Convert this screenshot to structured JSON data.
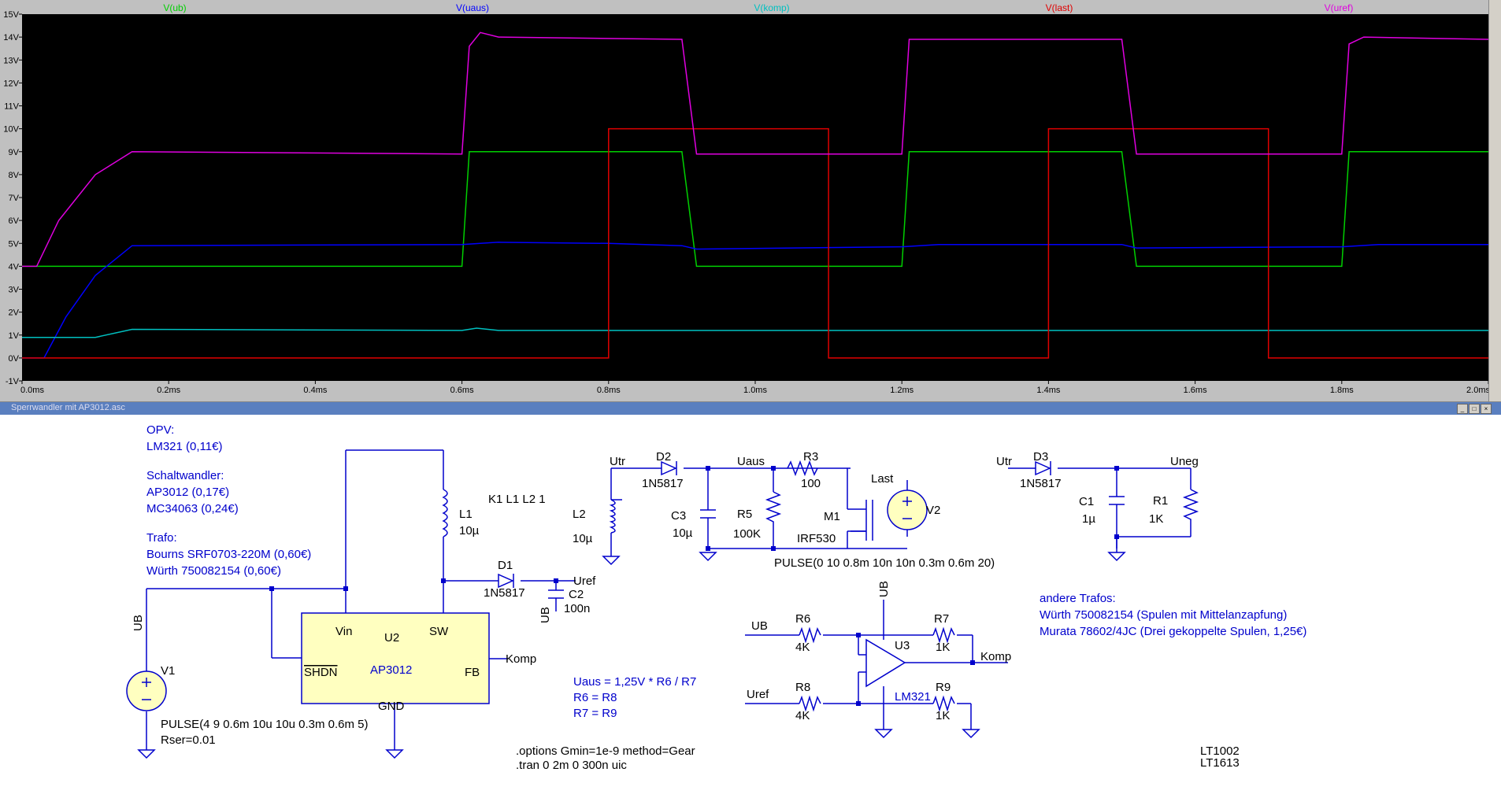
{
  "plot": {
    "traces": [
      {
        "name": "V(ub)",
        "color": "#00d000"
      },
      {
        "name": "V(uaus)",
        "color": "#0000ff"
      },
      {
        "name": "V(komp)",
        "color": "#00c0c0"
      },
      {
        "name": "V(last)",
        "color": "#e00000"
      },
      {
        "name": "V(uref)",
        "color": "#e000e0"
      }
    ],
    "y_ticks": [
      "15V",
      "14V",
      "13V",
      "12V",
      "11V",
      "10V",
      "9V",
      "8V",
      "7V",
      "6V",
      "5V",
      "4V",
      "3V",
      "2V",
      "1V",
      "0V",
      "-1V"
    ],
    "x_ticks": [
      "0.0ms",
      "0.2ms",
      "0.4ms",
      "0.6ms",
      "0.8ms",
      "1.0ms",
      "1.2ms",
      "1.4ms",
      "1.6ms",
      "1.8ms",
      "2.0ms"
    ]
  },
  "chart_data": {
    "type": "line",
    "x_unit": "ms",
    "y_unit": "V",
    "xlim": [
      0,
      2.0
    ],
    "ylim": [
      -1,
      15
    ],
    "grid": false,
    "series": [
      {
        "name": "V(ub)",
        "color": "#00d000",
        "points": [
          [
            0,
            4
          ],
          [
            0.6,
            4
          ],
          [
            0.61,
            9
          ],
          [
            0.9,
            9
          ],
          [
            0.92,
            4
          ],
          [
            1.2,
            4
          ],
          [
            1.21,
            9
          ],
          [
            1.5,
            9
          ],
          [
            1.52,
            4
          ],
          [
            1.8,
            4
          ],
          [
            1.81,
            9
          ],
          [
            2.0,
            9
          ]
        ]
      },
      {
        "name": "V(uaus)",
        "color": "#0000ff",
        "points": [
          [
            0,
            0
          ],
          [
            0.03,
            0
          ],
          [
            0.06,
            1.8
          ],
          [
            0.1,
            3.6
          ],
          [
            0.15,
            4.9
          ],
          [
            0.6,
            4.95
          ],
          [
            0.65,
            5.05
          ],
          [
            0.8,
            5.0
          ],
          [
            0.9,
            4.9
          ],
          [
            0.92,
            4.75
          ],
          [
            1.2,
            4.85
          ],
          [
            1.25,
            4.95
          ],
          [
            1.5,
            4.95
          ],
          [
            1.52,
            4.8
          ],
          [
            1.8,
            4.85
          ],
          [
            1.85,
            4.95
          ],
          [
            2.0,
            4.95
          ]
        ]
      },
      {
        "name": "V(komp)",
        "color": "#00c0c0",
        "points": [
          [
            0,
            0.9
          ],
          [
            0.1,
            0.9
          ],
          [
            0.15,
            1.25
          ],
          [
            0.6,
            1.2
          ],
          [
            0.62,
            1.3
          ],
          [
            0.65,
            1.2
          ],
          [
            2.0,
            1.2
          ]
        ]
      },
      {
        "name": "V(last)",
        "color": "#e00000",
        "points": [
          [
            0,
            0
          ],
          [
            0.8,
            0
          ],
          [
            0.8,
            10
          ],
          [
            1.1,
            10
          ],
          [
            1.1,
            0
          ],
          [
            1.4,
            0
          ],
          [
            1.4,
            10
          ],
          [
            1.7,
            10
          ],
          [
            1.7,
            0
          ],
          [
            2.0,
            0
          ]
        ]
      },
      {
        "name": "V(uref)",
        "color": "#e000e0",
        "points": [
          [
            0,
            4.0
          ],
          [
            0.02,
            4.0
          ],
          [
            0.05,
            6.0
          ],
          [
            0.1,
            8.0
          ],
          [
            0.15,
            9.0
          ],
          [
            0.6,
            8.9
          ],
          [
            0.61,
            13.6
          ],
          [
            0.625,
            14.2
          ],
          [
            0.65,
            14.0
          ],
          [
            0.9,
            13.9
          ],
          [
            0.92,
            8.9
          ],
          [
            1.2,
            8.9
          ],
          [
            1.21,
            13.9
          ],
          [
            1.5,
            13.9
          ],
          [
            1.52,
            8.9
          ],
          [
            1.8,
            8.9
          ],
          [
            1.81,
            13.7
          ],
          [
            1.83,
            14.0
          ],
          [
            2.0,
            13.9
          ]
        ]
      }
    ]
  },
  "window": {
    "title": "Sperrwandler mit AP3012.asc",
    "min_label": "_",
    "max_label": "□",
    "close_label": "×"
  },
  "schematic": {
    "notes": {
      "opv_title": "OPV:",
      "opv_part": "LM321 (0,11€)",
      "sw_title": "Schaltwandler:",
      "sw_part1": "AP3012 (0,17€)",
      "sw_part2": "MC34063 (0,24€)",
      "trafo_title": "Trafo:",
      "trafo_part1": "Bourns SRF0703-220M (0,60€)",
      "trafo_part2": "Würth 750082154 (0,60€)",
      "other_title": "andere Trafos:",
      "other_1": "Würth 750082154 (Spulen mit Mittelanzapfung)",
      "other_2": "Murata 78602/4JC (Drei gekoppelte Spulen, 1,25€)",
      "formula": "Uaus = 1,25V * R6 / R7",
      "eq1": "R6 = R8",
      "eq2": "R7 = R9",
      "options": ".options Gmin=1e-9 method=Gear",
      "tran": ".tran 0 2m 0 300n uic",
      "lt1": "LT1002",
      "lt2": "LT1613",
      "k1": "K1 L1 L2 1"
    },
    "components": {
      "u2": "U2",
      "u2_model": "AP3012",
      "pin_vin": "Vin",
      "pin_sw": "SW",
      "pin_shdn": "SHDN",
      "pin_fb": "FB",
      "pin_gnd": "GND",
      "l1": "L1",
      "l1_val": "10µ",
      "l2": "L2",
      "l2_val": "10µ",
      "d1": "D1",
      "d1_model": "1N5817",
      "d2": "D2",
      "d2_model": "1N5817",
      "d3": "D3",
      "d3_model": "1N5817",
      "c2": "C2",
      "c2_val": "100n",
      "c3": "C3",
      "c3_val": "10µ",
      "c1": "C1",
      "c1_val": "1µ",
      "r5": "R5",
      "r5_val": "100K",
      "r3": "R3",
      "r3_val": "100",
      "r1": "R1",
      "r1_val": "1K",
      "r6": "R6",
      "r6_val": "4K",
      "r7": "R7",
      "r7_val": "1K",
      "r8": "R8",
      "r8_val": "4K",
      "r9": "R9",
      "r9_val": "1K",
      "m1": "M1",
      "m1_model": "IRF530",
      "last": "Last",
      "v2": "V2",
      "v2_pulse": "PULSE(0 10 0.8m 10n 10n 0.3m 0.6m 20)",
      "v1": "V1",
      "v1_pulse": "PULSE(4 9 0.6m 10u 10u 0.3m 0.6m 5)",
      "v1_rser": "Rser=0.01",
      "u3": "U3",
      "u3_model": "LM321"
    },
    "nets": {
      "ub_v1": "UB",
      "ub_c2": "UB",
      "ub_opamp": "UB",
      "ub_r6": "UB",
      "uref": "Uref",
      "uref_r8": "Uref",
      "komp": "Komp",
      "komp_out": "Komp",
      "utr1": "Utr",
      "utr2": "Utr",
      "uaus": "Uaus",
      "uneg": "Uneg"
    }
  }
}
